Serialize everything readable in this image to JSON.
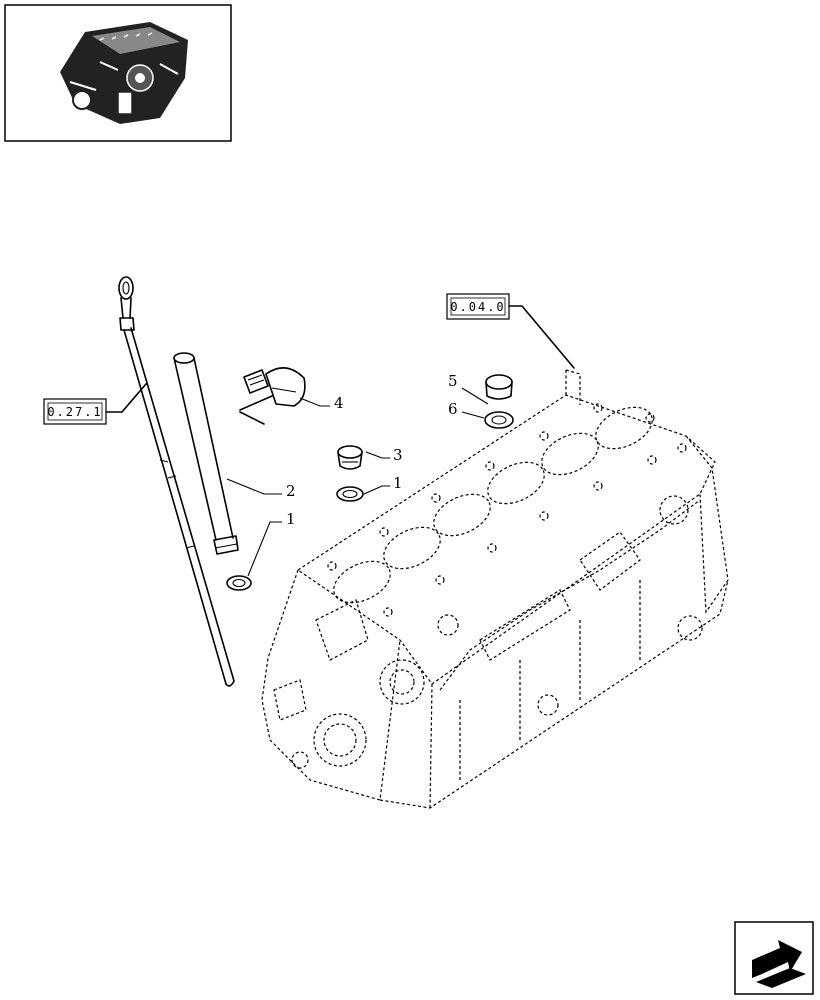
{
  "references": {
    "dipstick_ref": "0.27.1",
    "block_ref": "0.04.0"
  },
  "callouts": {
    "c1a": "1",
    "c2": "2",
    "c3": "3",
    "c1b": "1",
    "c4": "4",
    "c5": "5",
    "c6": "6"
  },
  "icons": {
    "thumbnail": "engine-thumbnail-icon",
    "nav": "next-page-arrow-icon"
  }
}
